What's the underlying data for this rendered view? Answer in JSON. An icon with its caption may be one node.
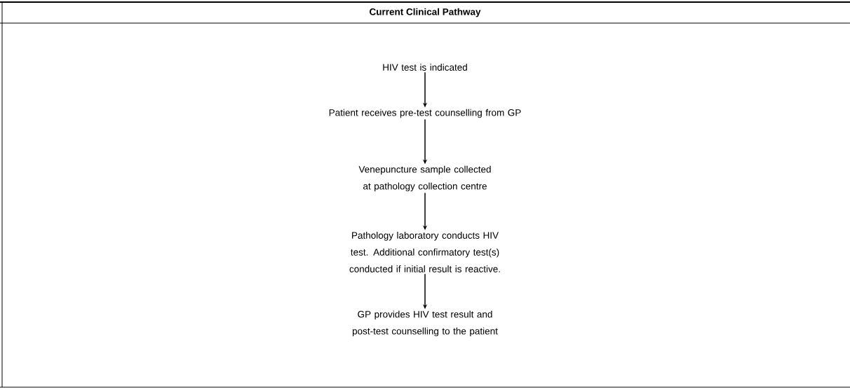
{
  "diagram": {
    "title": "Current Clinical Pathway",
    "nodes": [
      {
        "text": [
          "HIV test is indicated"
        ]
      },
      {
        "text": [
          "Patient receives pre-test counselling from GP"
        ]
      },
      {
        "text": [
          "Venepuncture sample collected at pathology collection centre"
        ]
      },
      {
        "text": [
          "Pathology laboratory conducts HIV test. Additional confirmatory test(s) conducted if initial result is reactive."
        ]
      },
      {
        "text": [
          "GP provides HIV test result and post-test counselling to the patient"
        ]
      }
    ],
    "edges": [
      {
        "from": 0,
        "to": 1,
        "arrow": "to"
      },
      {
        "from": 1,
        "to": 2,
        "arrow": "to"
      },
      {
        "from": 2,
        "to": 3,
        "arrow": "to"
      },
      {
        "from": 3,
        "to": 4,
        "arrow": "to"
      }
    ]
  }
}
